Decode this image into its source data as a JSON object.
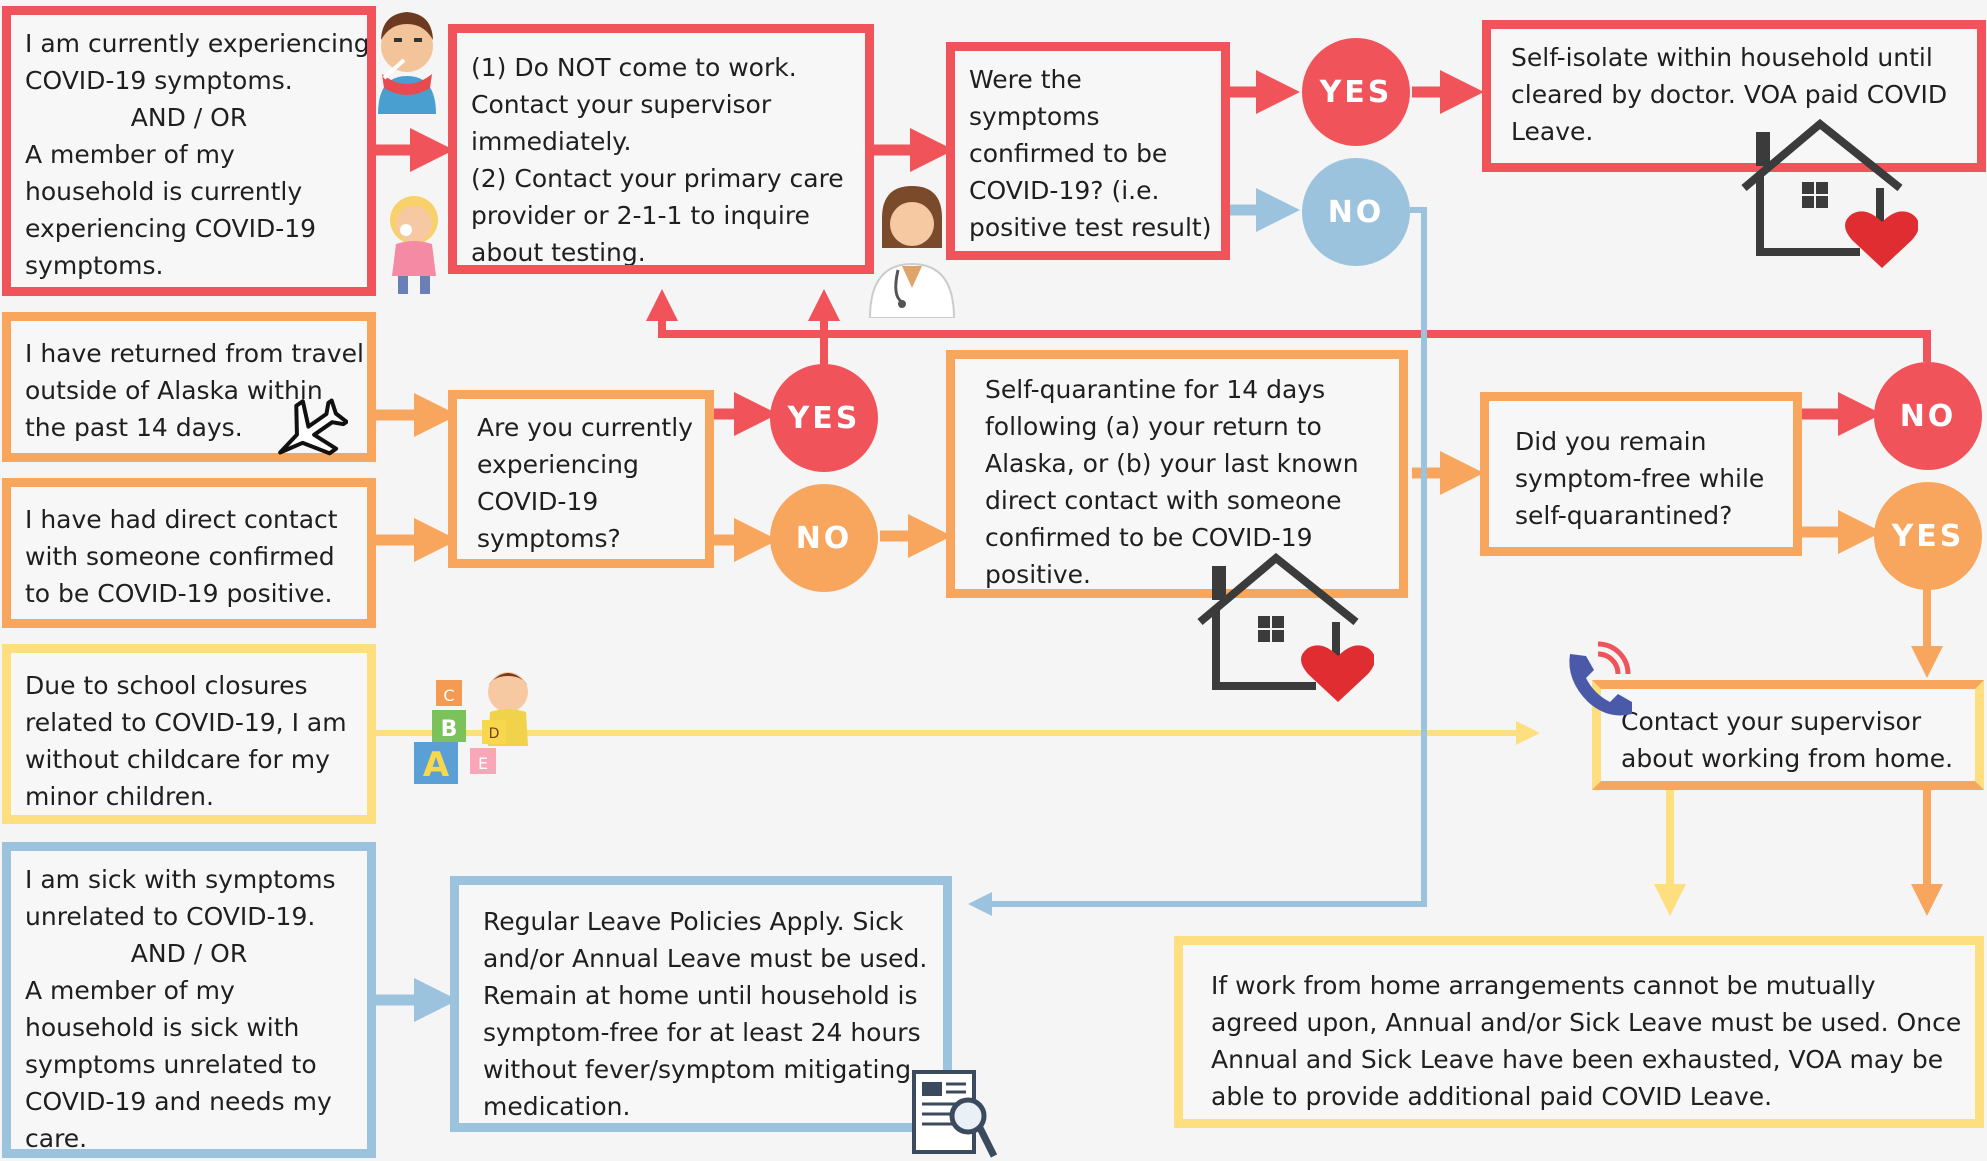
{
  "colors": {
    "red": "#f0535a",
    "orange": "#f8a65d",
    "yellow": "#fedf7f",
    "blue": "#9cc3de"
  },
  "boxes": {
    "symptoms": {
      "line1": "I am currently experiencing",
      "line2": "COVID-19 symptoms.",
      "line3": "AND / OR",
      "line4": "A member of my",
      "line5": "household is currently",
      "line6": "experiencing COVID-19",
      "line7": "symptoms."
    },
    "do_not_come": {
      "line1": "(1) Do NOT come to work.",
      "line2": "Contact your supervisor",
      "line3": "immediately.",
      "line4": "(2) Contact your primary care",
      "line5": "provider or 2-1-1 to inquire",
      "line6": "about testing."
    },
    "confirmed_question": {
      "line1": "Were the",
      "line2": "symptoms",
      "line3": "confirmed to be",
      "line4": "COVID-19? (i.e.",
      "line5": "positive test result)"
    },
    "self_isolate": {
      "line1": "Self-isolate within household until",
      "line2": "cleared by doctor. VOA paid COVID",
      "line3": "Leave."
    },
    "travel": {
      "line1": "I have returned from travel",
      "line2": "outside of Alaska within",
      "line3": "the past 14 days."
    },
    "contact": {
      "line1": "I have had direct contact",
      "line2": "with someone confirmed",
      "line3": "to be COVID-19 positive."
    },
    "experiencing_question": {
      "line1": "Are you currently",
      "line2": "experiencing",
      "line3": "COVID-19",
      "line4": "symptoms?"
    },
    "quarantine": {
      "line1": "Self-quarantine for 14 days",
      "line2": "following (a) your return to",
      "line3": "Alaska, or (b) your last known",
      "line4": "direct contact with someone",
      "line5": "confirmed to be COVID-19",
      "line6": "positive."
    },
    "symptom_free_question": {
      "line1": "Did you remain",
      "line2": "symptom-free while",
      "line3": "self-quarantined?"
    },
    "school": {
      "line1": "Due to school closures",
      "line2": "related to COVID-19, I am",
      "line3": "without childcare for my",
      "line4": "minor children."
    },
    "work_from_home": {
      "line1": "Contact your supervisor",
      "line2": "about working from home."
    },
    "sick_unrelated": {
      "line1": "I am sick with symptoms",
      "line2": "unrelated to COVID-19.",
      "line3": "AND / OR",
      "line4": "A member of my",
      "line5": "household is sick with",
      "line6": "symptoms unrelated to",
      "line7": "COVID-19 and needs my",
      "line8": "care."
    },
    "regular_leave": {
      "line1": "Regular Leave Policies Apply. Sick",
      "line2": "and/or Annual Leave must be used.",
      "line3": "Remain at home until household is",
      "line4": "symptom-free for at least 24 hours",
      "line5": "without fever/symptom mitigating",
      "line6": "medication."
    },
    "no_agreement": {
      "line1": "If work from home arrangements cannot be mutually",
      "line2": "agreed upon, Annual and/or Sick Leave must be used. Once",
      "line3": "Annual and Sick Leave have been exhausted, VOA may be",
      "line4": "able to provide additional paid COVID Leave."
    }
  },
  "decisions": {
    "confirmed_yes": "YES",
    "confirmed_no": "NO",
    "experiencing_yes": "YES",
    "experiencing_no": "NO",
    "symptom_free_no": "NO",
    "symptom_free_yes": "YES"
  },
  "illustration_blocks": [
    "A",
    "B",
    "C",
    "D",
    "E"
  ]
}
